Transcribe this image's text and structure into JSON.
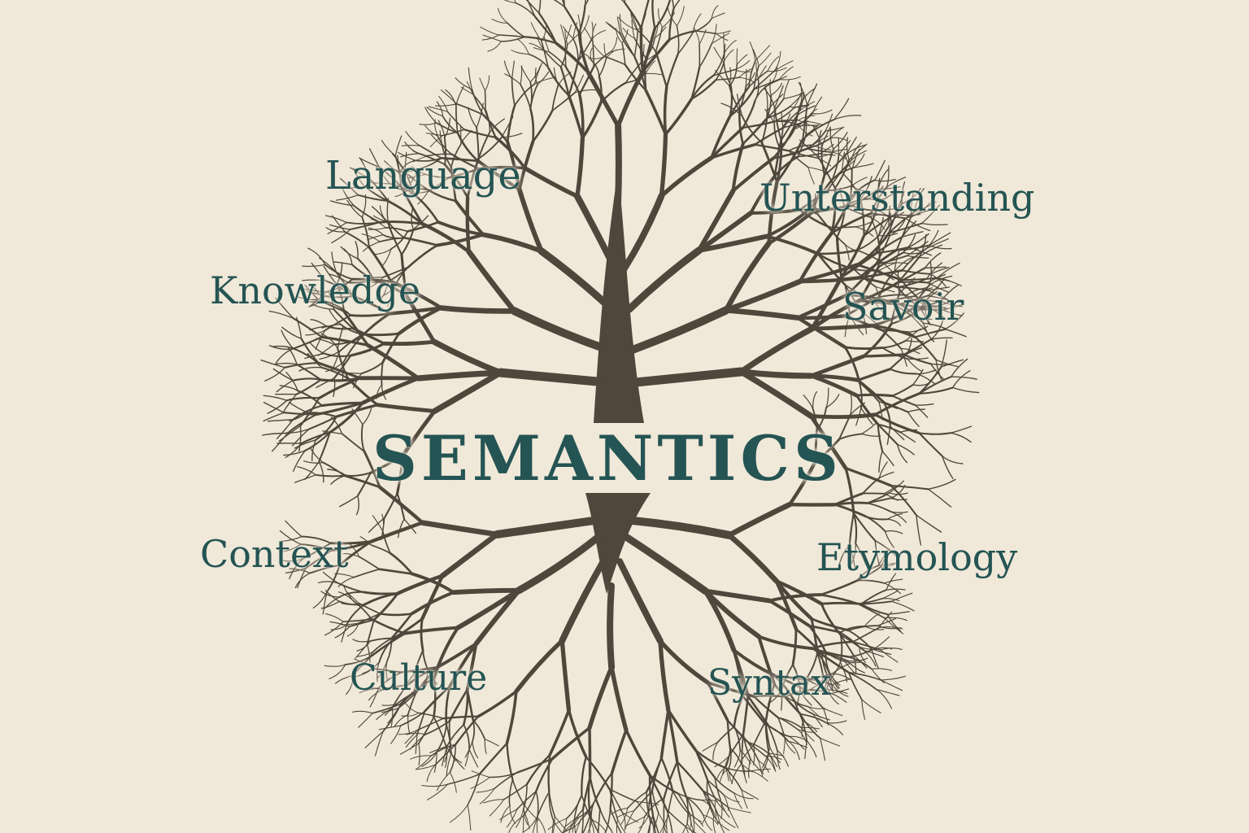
{
  "diagram": {
    "center": "SEMANTICS",
    "branches": [
      "Language",
      "Unterstanding",
      "Knowledge",
      "Savoir"
    ],
    "roots": [
      "Context",
      "Etymology",
      "Culture",
      "Syntax"
    ]
  },
  "colors": {
    "background": "#f0e8d8",
    "text": "#245453",
    "tree": "#4f463c"
  }
}
